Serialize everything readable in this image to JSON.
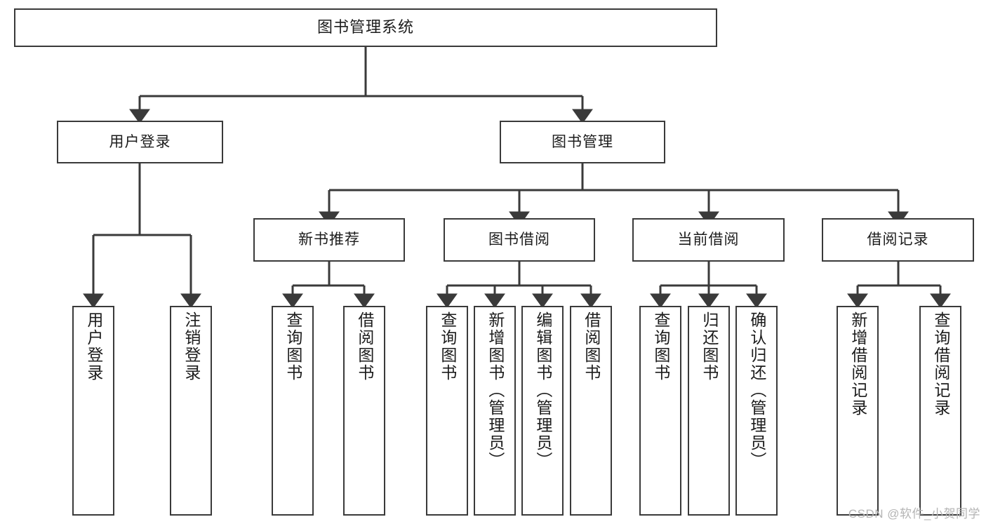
{
  "diagram": {
    "title": "图书管理系统",
    "type": "hierarchy-tree",
    "watermark": "CSDN @软件_小贺同学",
    "colors": {
      "background": "#ffffff",
      "box_border": "#3a3a3a",
      "box_fill": "#ffffff",
      "text": "#1c1c1c",
      "connector": "#3a3a3a",
      "watermark": "#b4b4b4"
    },
    "levels": {
      "root": "图书管理系统",
      "level2": [
        "用户登录",
        "图书管理"
      ],
      "level3": [
        "新书推荐",
        "图书借阅",
        "当前借阅",
        "借阅记录"
      ]
    },
    "nodes": {
      "root": {
        "label": "图书管理系统",
        "orientation": "horizontal"
      },
      "user_login": {
        "label": "用户登录",
        "orientation": "horizontal"
      },
      "book_manage": {
        "label": "图书管理",
        "orientation": "horizontal"
      },
      "new_book_rec": {
        "label": "新书推荐",
        "orientation": "horizontal"
      },
      "book_borrow": {
        "label": "图书借阅",
        "orientation": "horizontal"
      },
      "current_borrow": {
        "label": "当前借阅",
        "orientation": "horizontal"
      },
      "borrow_record": {
        "label": "借阅记录",
        "orientation": "horizontal"
      },
      "leaf_user_login": {
        "label": "用户登录",
        "orientation": "vertical"
      },
      "leaf_logout": {
        "label": "注销登录",
        "orientation": "vertical"
      },
      "leaf_query_book_1": {
        "label": "查询图书",
        "orientation": "vertical"
      },
      "leaf_borrow_book_1": {
        "label": "借阅图书",
        "orientation": "vertical"
      },
      "leaf_query_book_2": {
        "label": "查询图书",
        "orientation": "vertical"
      },
      "leaf_add_book": {
        "label": "新增图书（管理员）",
        "orientation": "vertical"
      },
      "leaf_edit_book": {
        "label": "编辑图书（管理员）",
        "orientation": "vertical"
      },
      "leaf_borrow_book_2": {
        "label": "借阅图书",
        "orientation": "vertical"
      },
      "leaf_query_book_3": {
        "label": "查询图书",
        "orientation": "vertical"
      },
      "leaf_return_book": {
        "label": "归还图书",
        "orientation": "vertical"
      },
      "leaf_confirm_return": {
        "label": "确认归还（管理员）",
        "orientation": "vertical"
      },
      "leaf_add_record": {
        "label": "新增借阅记录",
        "orientation": "vertical"
      },
      "leaf_query_record": {
        "label": "查询借阅记录",
        "orientation": "vertical"
      }
    },
    "edges": [
      {
        "from": "图书管理系统",
        "to": "用户登录"
      },
      {
        "from": "图书管理系统",
        "to": "图书管理"
      },
      {
        "from": "用户登录",
        "to": "用户登录"
      },
      {
        "from": "用户登录",
        "to": "注销登录"
      },
      {
        "from": "图书管理",
        "to": "新书推荐"
      },
      {
        "from": "图书管理",
        "to": "图书借阅"
      },
      {
        "from": "图书管理",
        "to": "当前借阅"
      },
      {
        "from": "图书管理",
        "to": "借阅记录"
      },
      {
        "from": "新书推荐",
        "to": "查询图书"
      },
      {
        "from": "新书推荐",
        "to": "借阅图书"
      },
      {
        "from": "图书借阅",
        "to": "查询图书"
      },
      {
        "from": "图书借阅",
        "to": "新增图书（管理员）"
      },
      {
        "from": "图书借阅",
        "to": "编辑图书（管理员）"
      },
      {
        "from": "图书借阅",
        "to": "借阅图书"
      },
      {
        "from": "当前借阅",
        "to": "查询图书"
      },
      {
        "from": "当前借阅",
        "to": "归还图书"
      },
      {
        "from": "当前借阅",
        "to": "确认归还（管理员）"
      },
      {
        "from": "借阅记录",
        "to": "新增借阅记录"
      },
      {
        "from": "借阅记录",
        "to": "查询借阅记录"
      }
    ]
  }
}
